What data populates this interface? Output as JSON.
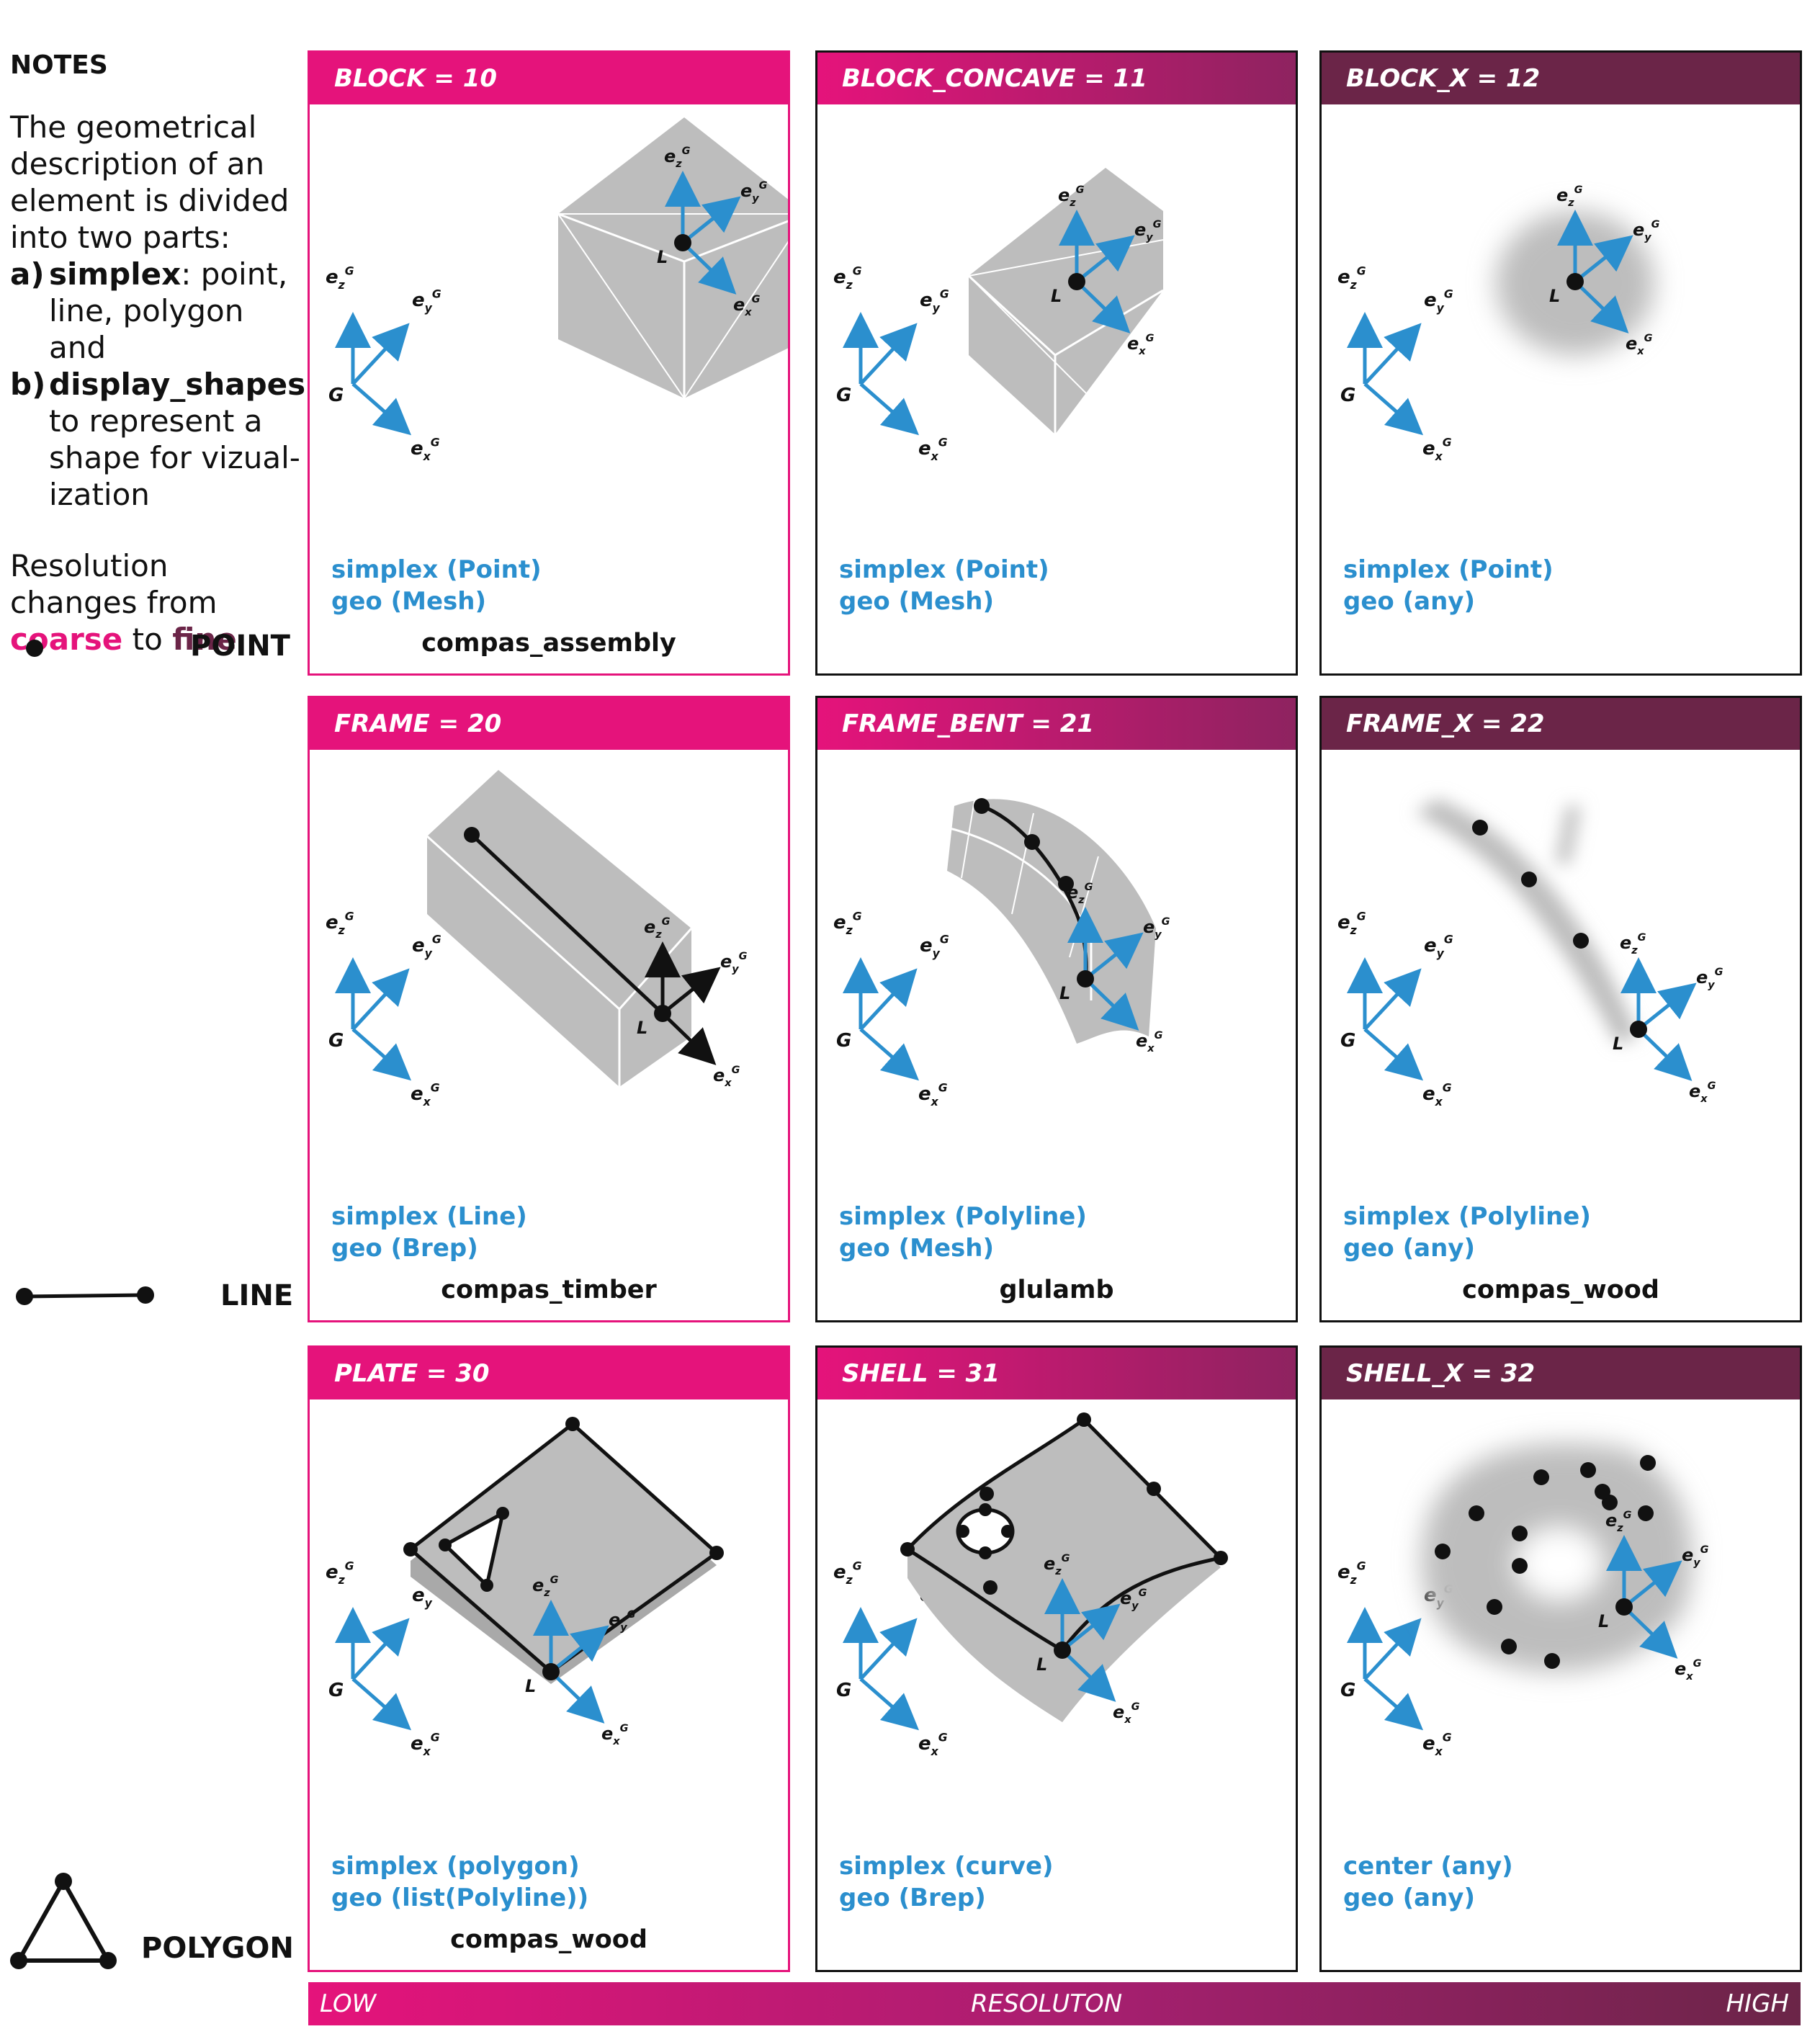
{
  "notes": {
    "title": "NOTES",
    "intro": "The geometrical description of an element is divided into two parts:",
    "item_a_label": "a)",
    "item_a_term": "simplex",
    "item_a_text": ": point, line, polygon and",
    "item_b_label": "b)",
    "item_b_term": "display_shapes",
    "item_b_text": "to represent a shape for vizual-ization",
    "res_prefix": "Resolution changes from",
    "res_coarse": "coarse",
    "res_mid": "to",
    "res_fine": "fine",
    "res_suffix": "."
  },
  "legend": {
    "point": "POINT",
    "line": "LINE",
    "polygon": "POLYGON"
  },
  "colors": {
    "magenta": "#e5137b",
    "plum": "#6b2548",
    "mid": "#a41f6e",
    "axis_blue": "#2b8fce",
    "shape_gray": "#bdbdbd"
  },
  "axis_labels": {
    "origin_global": "G",
    "origin_local": "L",
    "e": "e",
    "x": "x",
    "y": "y",
    "z": "z",
    "sup": "G"
  },
  "panels": [
    {
      "id": "block",
      "title": "BLOCK = 10",
      "simplex": "simplex (Point)",
      "geo": "geo (Mesh)",
      "library": "compas_assembly"
    },
    {
      "id": "block_concave",
      "title": "BLOCK_CONCAVE = 11",
      "simplex": "simplex (Point)",
      "geo": "geo (Mesh)",
      "library": ""
    },
    {
      "id": "block_x",
      "title": "BLOCK_X = 12",
      "simplex": "simplex (Point)",
      "geo": "geo (any)",
      "library": ""
    },
    {
      "id": "frame",
      "title": "FRAME = 20",
      "simplex": "simplex (Line)",
      "geo": "geo (Brep)",
      "library": "compas_timber"
    },
    {
      "id": "frame_bent",
      "title": "FRAME_BENT = 21",
      "simplex": "simplex (Polyline)",
      "geo": "geo (Mesh)",
      "library": "glulamb"
    },
    {
      "id": "frame_x",
      "title": "FRAME_X = 22",
      "simplex": "simplex (Polyline)",
      "geo": "geo (any)",
      "library": "compas_wood"
    },
    {
      "id": "plate",
      "title": "PLATE = 30",
      "simplex": "simplex (polygon)",
      "geo": "geo (list(Polyline))",
      "library": "compas_wood"
    },
    {
      "id": "shell",
      "title": "SHELL = 31",
      "simplex": "simplex (curve)",
      "geo": "geo (Brep)",
      "library": ""
    },
    {
      "id": "shell_x",
      "title": "SHELL_X = 32",
      "simplex": "center (any)",
      "geo": "geo (any)",
      "library": ""
    }
  ],
  "resolution_bar": {
    "low": "LOW",
    "center": "RESOLUTON",
    "high": "HIGH"
  }
}
